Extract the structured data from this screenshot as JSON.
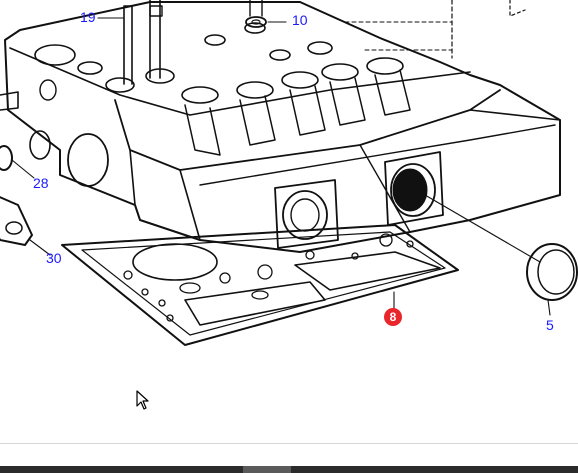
{
  "diagram": {
    "callouts": [
      {
        "id": "19",
        "label": "19"
      },
      {
        "id": "10",
        "label": "10"
      },
      {
        "id": "28",
        "label": "28"
      },
      {
        "id": "30",
        "label": "30"
      },
      {
        "id": "5",
        "label": "5"
      }
    ],
    "highlighted_part": {
      "label": "8"
    },
    "colors": {
      "callout_text": "#1a1aff",
      "highlight_badge": "#e8262b",
      "line_art": "#111111",
      "background": "#ffffff"
    }
  },
  "viewer": {
    "cursor_icon": "arrow-pointer-icon"
  }
}
